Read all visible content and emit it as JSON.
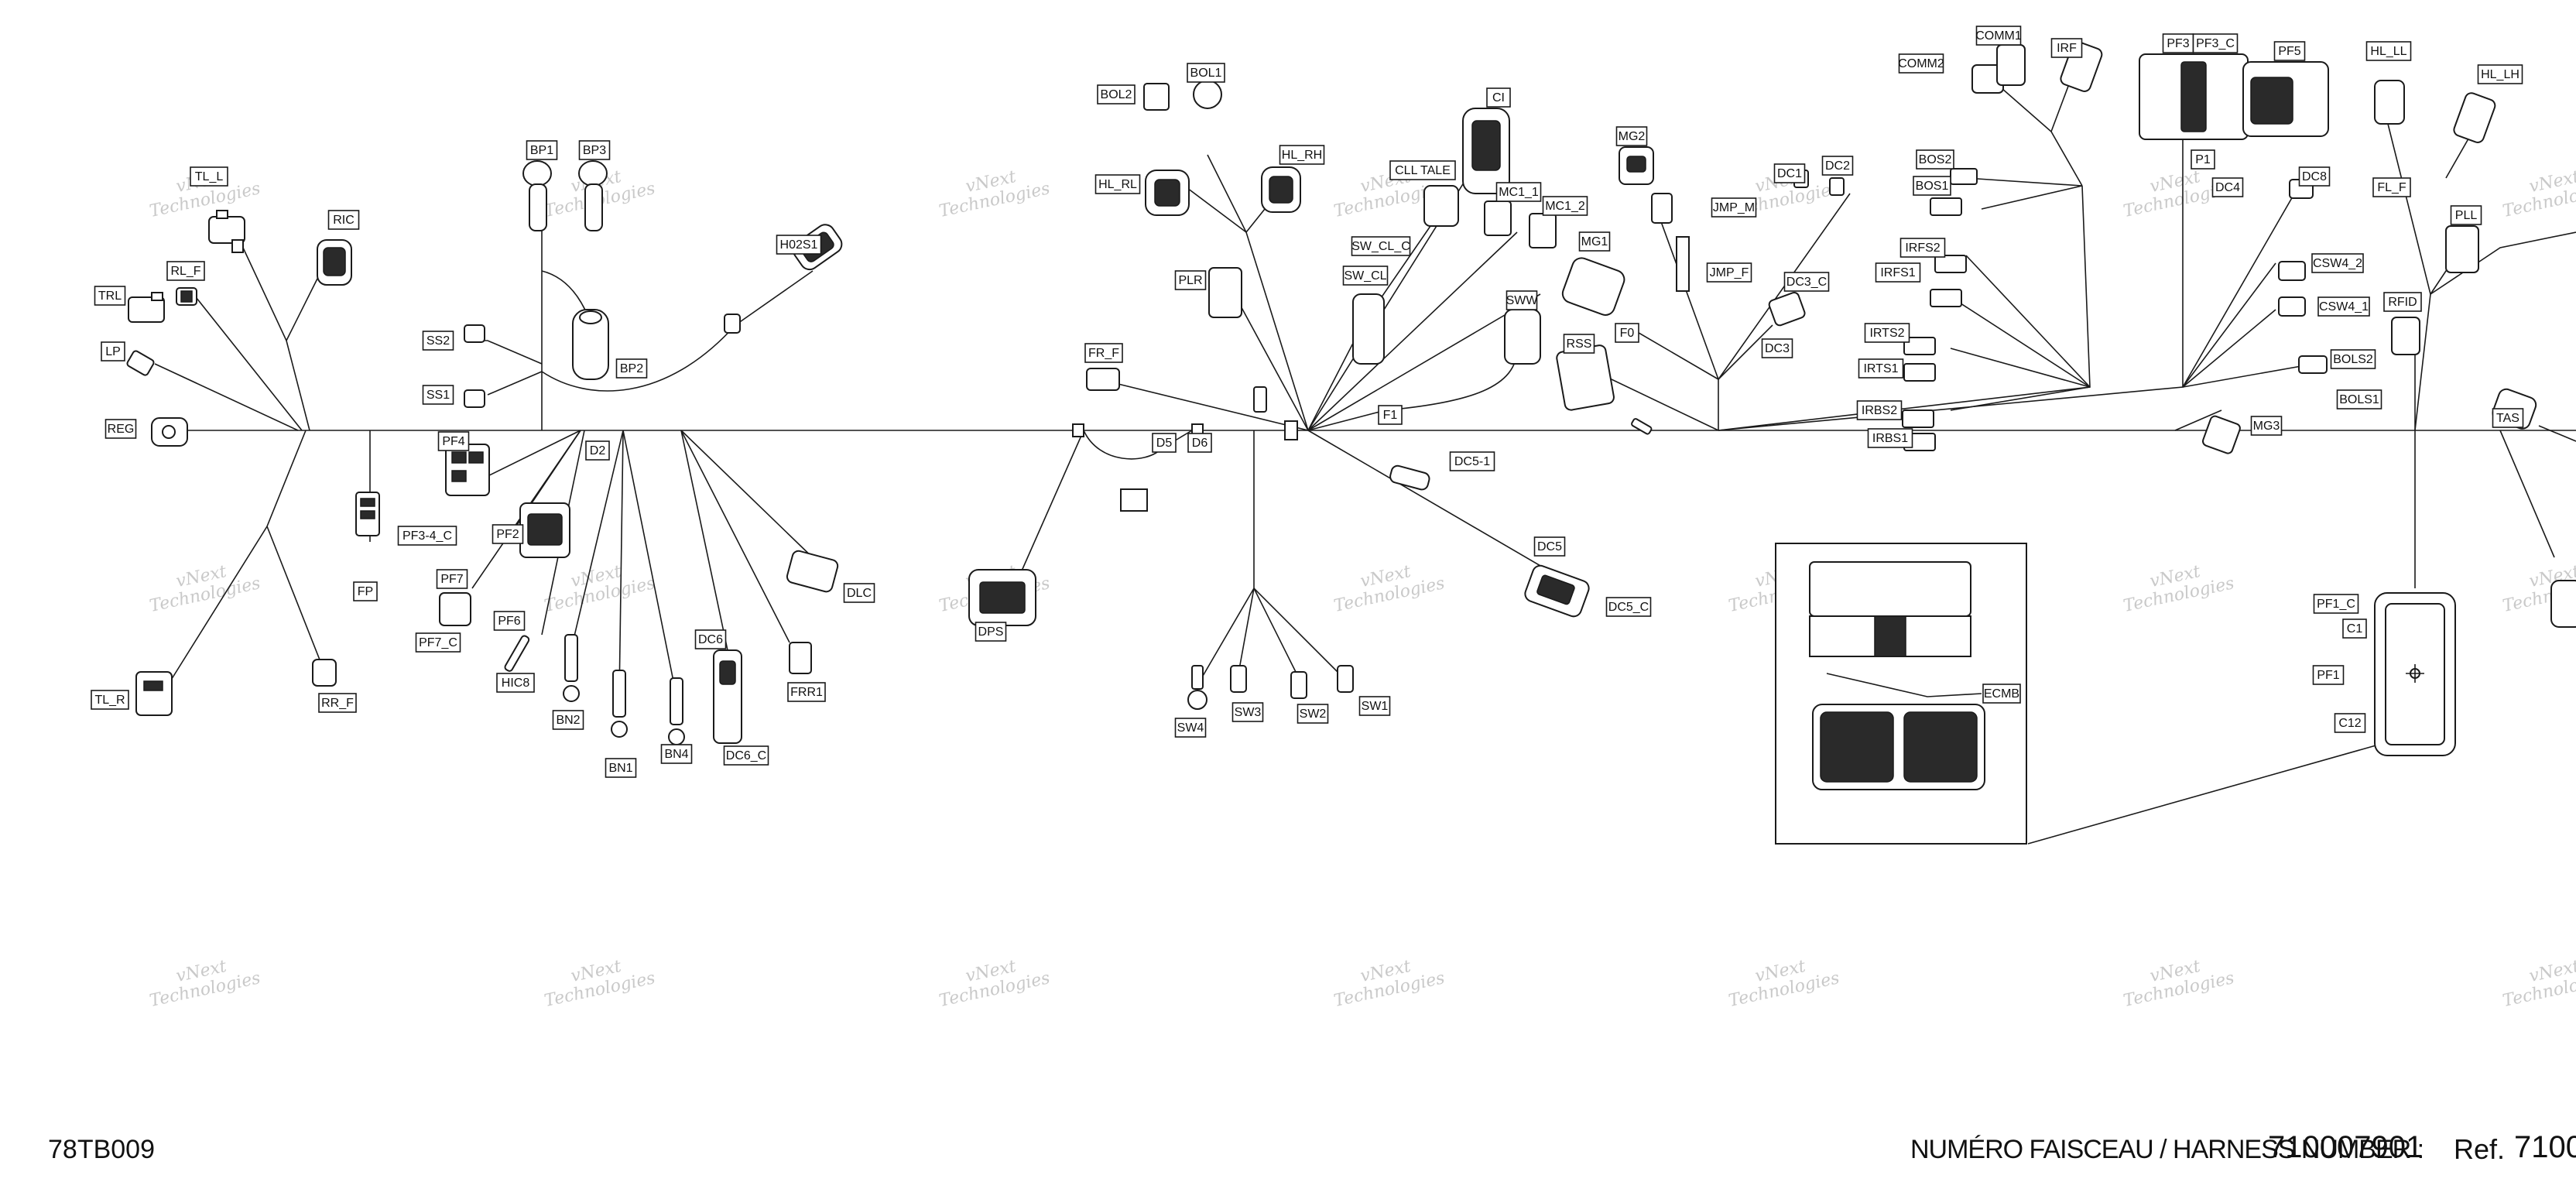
{
  "footer": {
    "code": "78TB009",
    "harness_label": "NUMÉRO FAISCEAU / HARNESS NUMBER :",
    "harness_number": "710007901",
    "ref_label": "Ref.",
    "ref_value": "7100"
  },
  "watermark": {
    "line1": "vNext",
    "line2": "Technologies"
  },
  "connectors": [
    "TL_L",
    "RIC",
    "RL_F",
    "TRL",
    "LP",
    "REG",
    "FP",
    "TL_R",
    "RR_F",
    "BP1",
    "BP3",
    "BP2",
    "SS2",
    "SS1",
    "H02S1",
    "PF4",
    "PF3-4_C",
    "PF2",
    "PF7",
    "PF7_C",
    "PF6",
    "HIC8",
    "BN2",
    "BN1",
    "BN4",
    "DC6",
    "DC6_C",
    "FRR1",
    "DLC",
    "D2",
    "D5",
    "D6",
    "DPS",
    "BOL2",
    "BOL1",
    "HL_RL",
    "HL_RH",
    "PLR",
    "FR_F",
    "CLL TALE",
    "CI",
    "SW_CL_C",
    "SW_CL",
    "MC1_1",
    "MC1_2",
    "SWW",
    "F1",
    "SW4",
    "SW3",
    "SW2",
    "SW1",
    "DC5-1",
    "DC5",
    "DC5_C",
    "MG2",
    "MG1",
    "RSS",
    "F0",
    "JMP_M",
    "JMP_F",
    "DC1",
    "DC2",
    "DC3_C",
    "DC3",
    "COMM2",
    "COMM1",
    "IRF",
    "PF3",
    "PF3_C",
    "PF5",
    "BOS2",
    "BOS1",
    "IRFS2",
    "IRFS1",
    "IRTS2",
    "IRTS1",
    "IRBS2",
    "IRBS1",
    "P1",
    "DC4",
    "DC8",
    "CSW4_2",
    "CSW4_1",
    "BOLS2",
    "BOLS1",
    "MG3",
    "HL_LL",
    "HL_LH",
    "FL_F",
    "PLL",
    "RFID",
    "TAS",
    "PF1_C",
    "C1",
    "PF1",
    "C12",
    "ECMB"
  ]
}
